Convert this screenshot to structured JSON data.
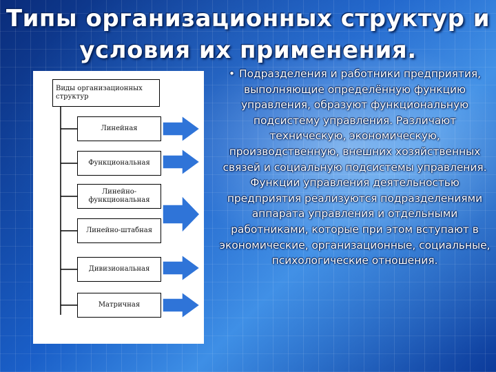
{
  "slide": {
    "title_line1": "Типы организационных структур и",
    "title_line2": "условия их применения.",
    "bullet": "Подразделения и работники предприятия, выполняющие определённую функцию управления, образуют функциональную подсистему управления. Различают техническую, экономическую, производственную, внешних хозяйственных связей и социальную подсистемы управления. Функции управления деятельностью предприятия реализуются подразделениями аппарата управления и отдельными работниками, которые при этом вступают в экономические, организационные, социальные, психологические отношения."
  },
  "diagram": {
    "root": "Виды организационных структур",
    "types": [
      "Линейная",
      "Функциональная",
      "Линейно-функциональная",
      "Линейно-штабная",
      "Дивизиональная",
      "Матричная"
    ]
  },
  "colors": {
    "arrow_fill": "#2f74d8",
    "arrow_stroke": "#ffffff",
    "background_dark": "#0a2c7a",
    "background_light": "#3e8fe6"
  }
}
